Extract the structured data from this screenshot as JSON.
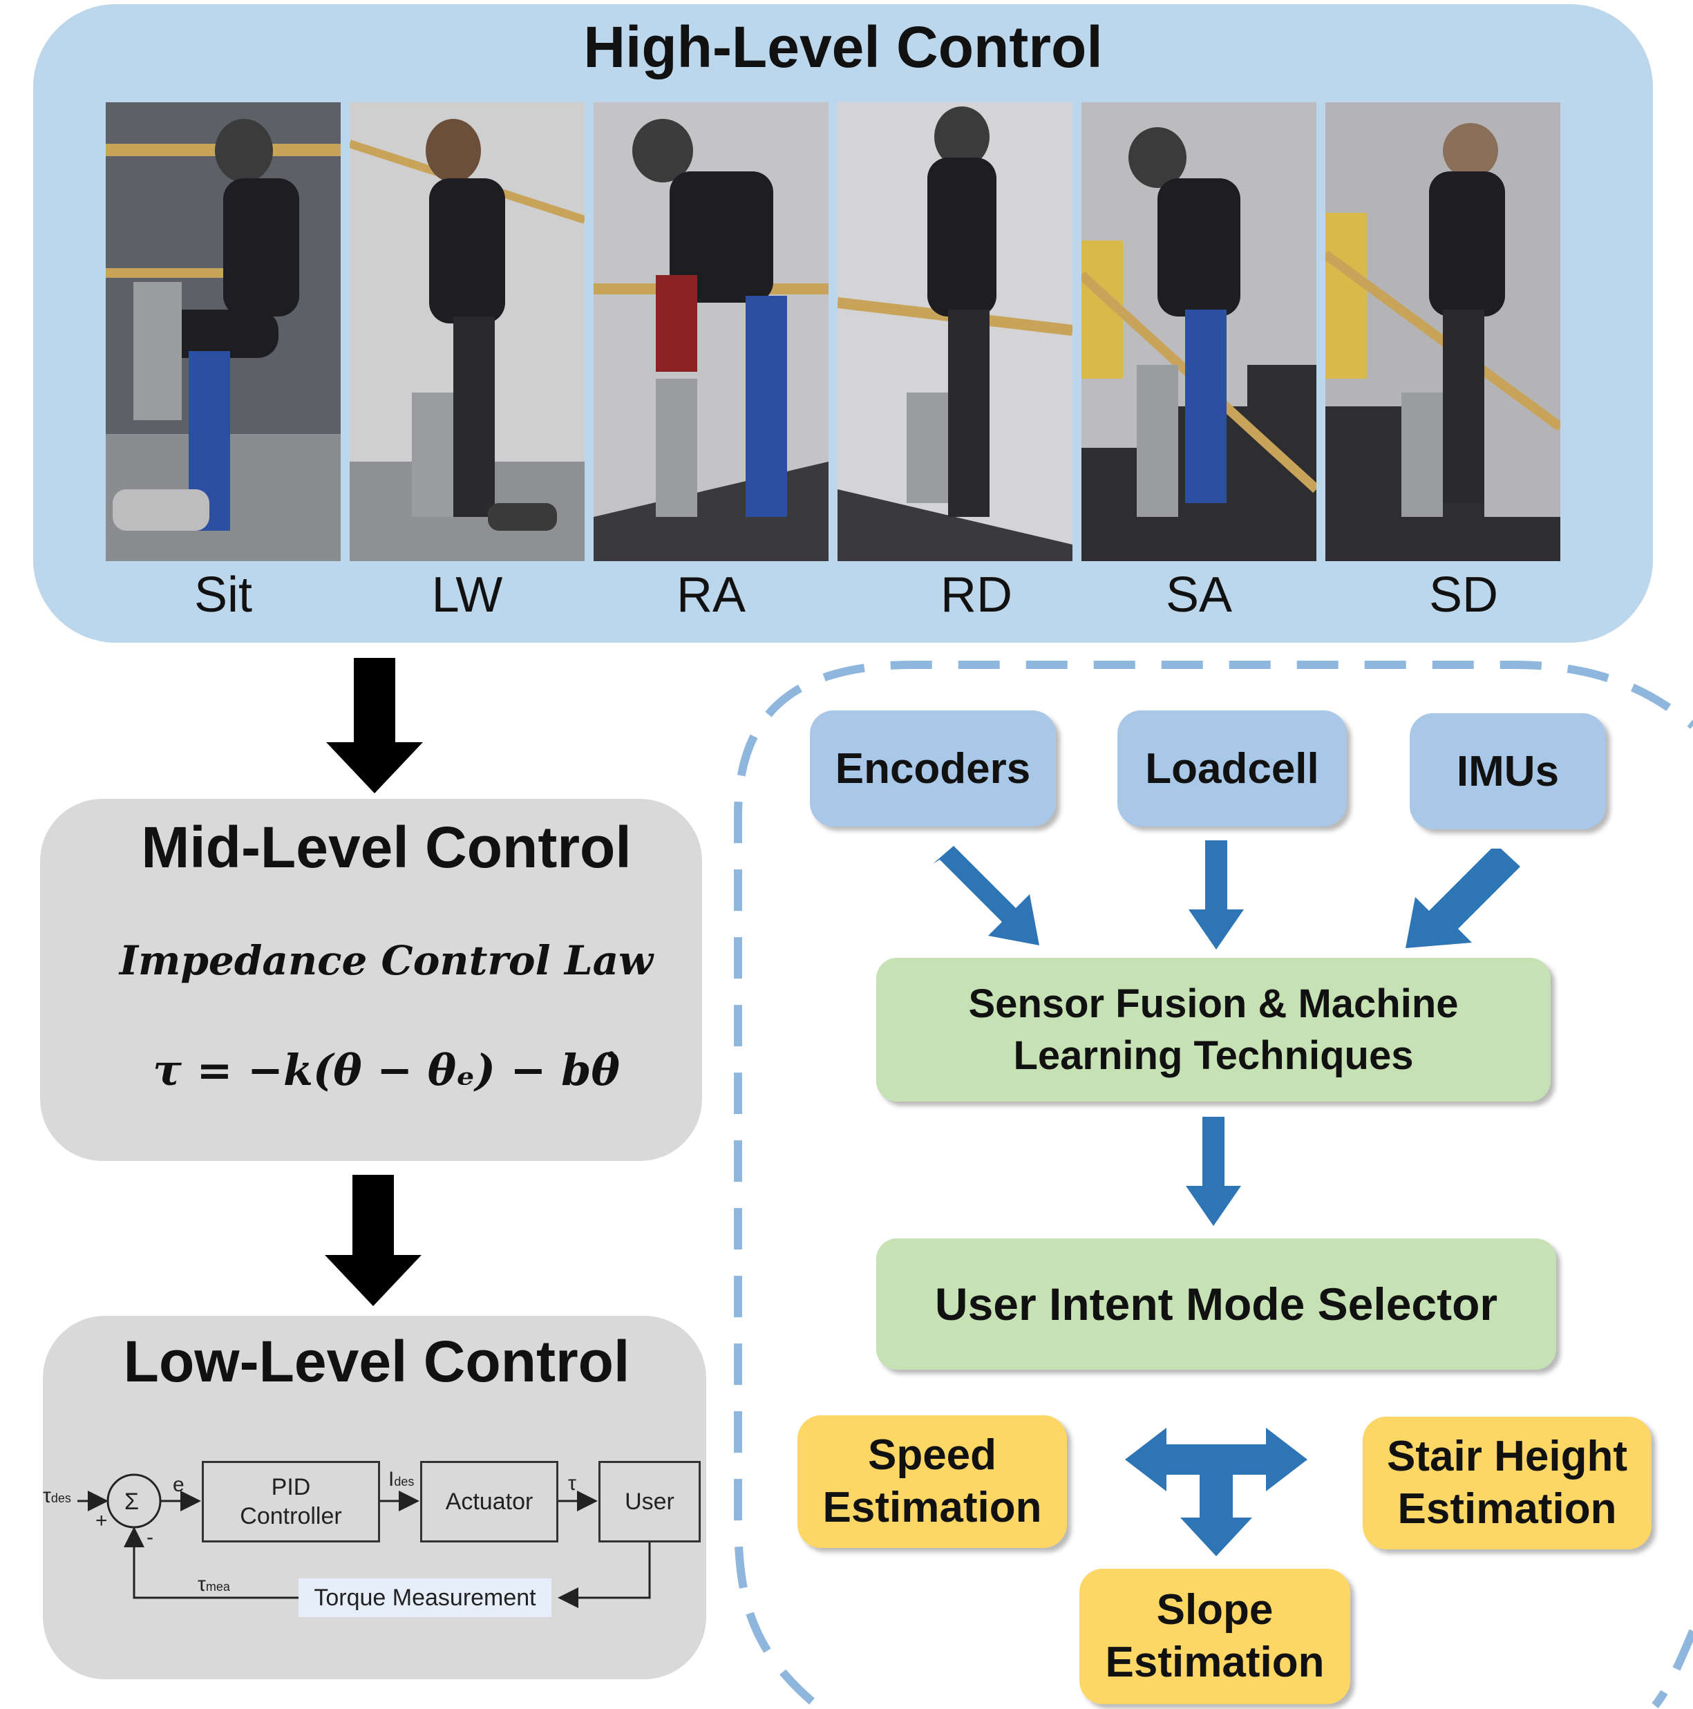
{
  "high_level": {
    "title": "High-Level Control",
    "modes": [
      {
        "label": "Sit"
      },
      {
        "label": "LW"
      },
      {
        "label": "RA"
      },
      {
        "label": "RD"
      },
      {
        "label": "SA"
      },
      {
        "label": "SD"
      }
    ]
  },
  "mid_level": {
    "title": "Mid-Level Control",
    "law_name": "Impedance Control Law",
    "equation": "τ = −k(θ − θₑ) − bθ̇"
  },
  "low_level": {
    "title": "Low-Level Control",
    "block_diagram": {
      "input_symbol": "τ",
      "input_sub": "des",
      "sum_symbol": "Σ",
      "plus_sign": "+",
      "minus_sign": "-",
      "error": "e",
      "pid_line1": "PID",
      "pid_line2": "Controller",
      "current_symbol": "I",
      "current_sub": "des",
      "actuator": "Actuator",
      "torque_symbol": "τ",
      "user": "User",
      "feedback_symbol": "τ",
      "feedback_sub": "mea",
      "measurement": "Torque Measurement"
    }
  },
  "intent_pipeline": {
    "sensors": [
      "Encoders",
      "Loadcell",
      "IMUs"
    ],
    "fusion_line1": "Sensor Fusion & Machine",
    "fusion_line2": "Learning Techniques",
    "selector": "User Intent Mode Selector",
    "estimations": {
      "speed_line1": "Speed",
      "speed_line2": "Estimation",
      "stair_line1": "Stair Height",
      "stair_line2": "Estimation",
      "slope_line1": "Slope",
      "slope_line2": "Estimation"
    }
  },
  "colors": {
    "high_panel": "#bcd6ec",
    "grey_panel": "#d9d9d9",
    "sensor_box": "#a9c8e8",
    "process_box": "#c6e2b4",
    "estimation_box": "#fcd765",
    "flow_arrow": "#2e75b6",
    "dashed_border": "#8fb6dc"
  }
}
